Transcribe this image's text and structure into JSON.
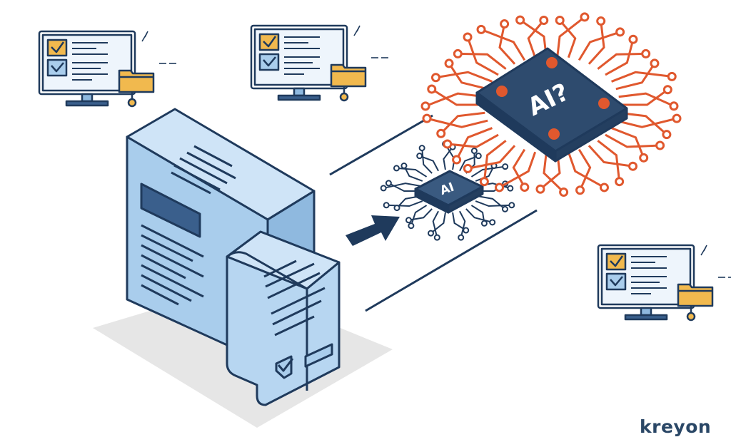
{
  "diagram": {
    "large_chip_label": "AI?",
    "small_chip_label": "AI"
  },
  "brand": {
    "name": "kreyon"
  },
  "colors": {
    "outline": "#1f3a5c",
    "server_fill": "#a9cdec",
    "server_light": "#c9e1f6",
    "chip_fill": "#2e4b6e",
    "circuit_orange": "#e0582e",
    "folder_yellow": "#f1b94e",
    "shadow": "#e5e5e5"
  }
}
